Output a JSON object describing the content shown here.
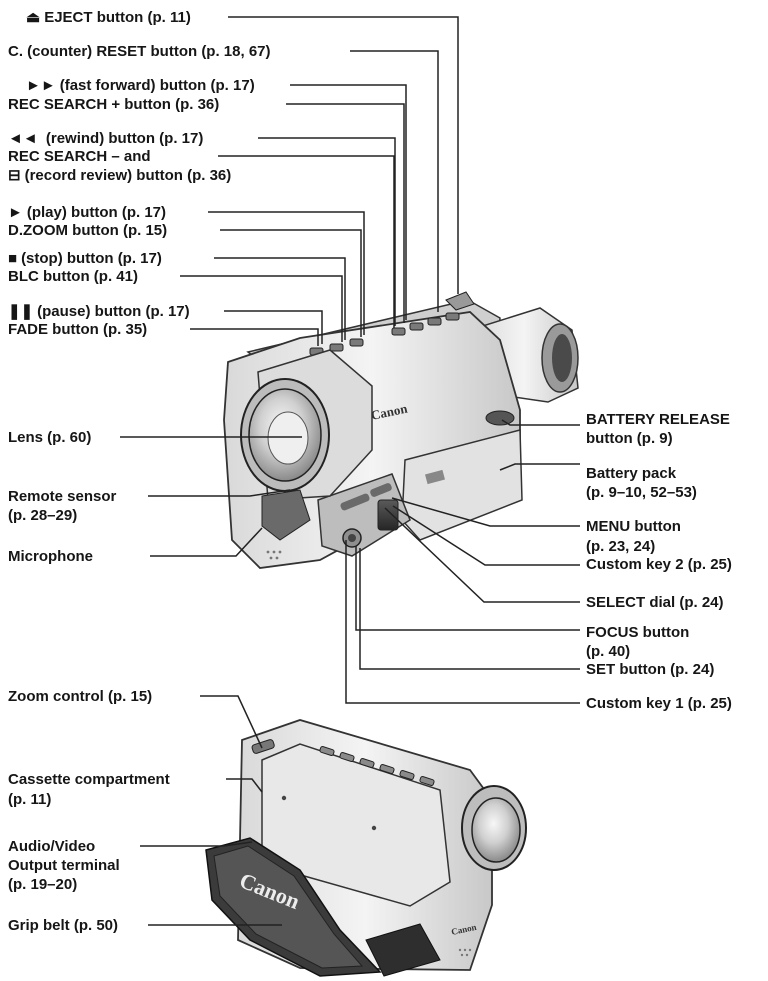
{
  "labels": {
    "eject": "EJECT button (p. 11)",
    "counter_reset": "C. (counter) RESET button (p. 18, 67)",
    "ff": "(fast forward) button (p. 17)",
    "rec_search_plus": "REC SEARCH + button  (p. 36)",
    "rewind": " (rewind) button (p. 17)",
    "rec_search_minus": "REC SEARCH – and",
    "record_review": "(record review) button (p. 36)",
    "play": "(play) button (p. 17)",
    "dzoom": "D.ZOOM button (p. 15)",
    "stop": "(stop) button (p. 17)",
    "blc": "BLC button (p. 41)",
    "pause": "(pause) button (p. 17)",
    "fade": "FADE button (p. 35)",
    "lens": "Lens (p. 60)",
    "remote_sensor_1": "Remote sensor",
    "remote_sensor_2": "(p. 28–29)",
    "microphone": "Microphone",
    "battery_release_1": "BATTERY RELEASE",
    "battery_release_2": "button (p. 9)",
    "battery_pack_1": "Battery pack",
    "battery_pack_2": "(p. 9–10, 52–53)",
    "menu_1": "MENU button",
    "menu_2": "(p. 23, 24)",
    "custom_key2": "Custom key 2 (p. 25)",
    "select_dial": "SELECT dial (p. 24)",
    "focus_1": "FOCUS button",
    "focus_2": "(p. 40)",
    "set_button": "SET button (p. 24)",
    "custom_key1": "Custom key 1 (p. 25)",
    "zoom_control": "Zoom control (p. 15)",
    "cassette_1": "Cassette compartment",
    "cassette_2": "(p. 11)",
    "av_1": "Audio/Video",
    "av_2": "Output terminal",
    "av_3": " (p. 19–20)",
    "grip_belt": "Grip belt (p. 50)"
  },
  "brand": "Canon",
  "icons": {
    "eject": "eject-icon",
    "ff": "fast-forward-icon",
    "rewind": "rewind-icon",
    "review": "record-review-icon",
    "play": "play-icon",
    "stop": "stop-icon",
    "pause": "pause-icon"
  }
}
